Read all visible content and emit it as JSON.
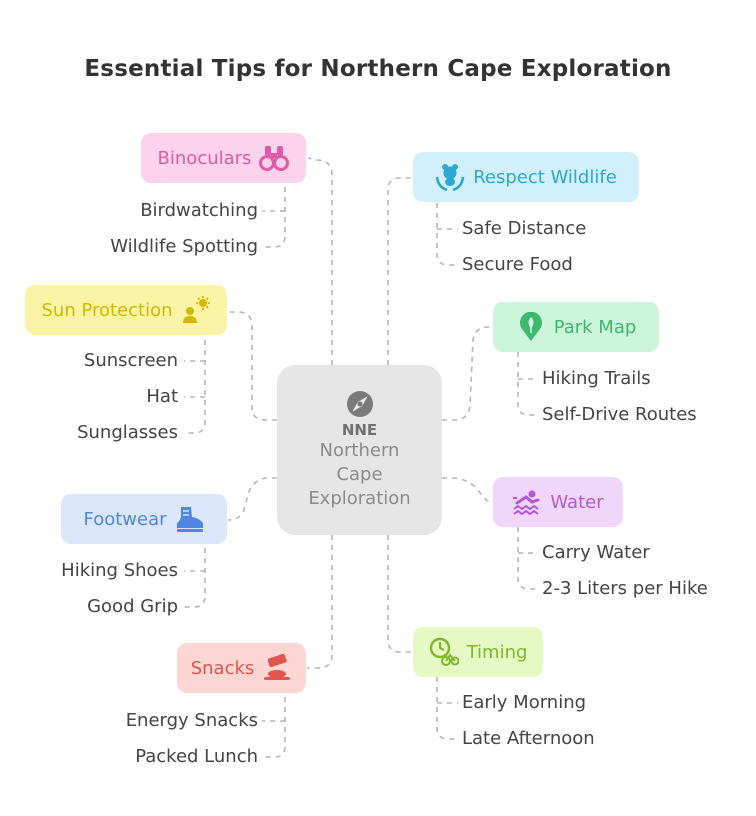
{
  "title": "Essential Tips for Northern Cape Exploration",
  "center": {
    "logo_text": "NNE",
    "lines": [
      "Northern",
      "Cape",
      "Exploration"
    ],
    "icon": "compass-icon"
  },
  "branches": {
    "binoculars": {
      "label": "Binoculars",
      "icon": "binoculars-icon",
      "color": "#e05aa8",
      "bg": "#fbd3ec",
      "items": [
        "Birdwatching",
        "Wildlife Spotting"
      ]
    },
    "sun": {
      "label": "Sun Protection",
      "icon": "sun-person-icon",
      "color": "#d4b800",
      "bg": "#fbf4a6",
      "items": [
        "Sunscreen",
        "Hat",
        "Sunglasses"
      ]
    },
    "footwear": {
      "label": "Footwear",
      "icon": "sneaker-icon",
      "color": "#4f86e0",
      "bg": "#dbe6fb",
      "items": [
        "Hiking Shoes",
        "Good Grip"
      ]
    },
    "snacks": {
      "label": "Snacks",
      "icon": "snack-icon",
      "color": "#e0554f",
      "bg": "#fbd6d3",
      "items": [
        "Energy Snacks",
        "Packed Lunch"
      ]
    },
    "wildlife": {
      "label": "Respect Wildlife",
      "icon": "teddy-hands-icon",
      "color": "#2aa9d6",
      "bg": "#d2f0fb",
      "items": [
        "Safe Distance",
        "Secure Food"
      ]
    },
    "park_map": {
      "label": "Park Map",
      "icon": "map-pin-tree-icon",
      "color": "#3cb871",
      "bg": "#cdf5dc",
      "items": [
        "Hiking Trails",
        "Self-Drive Routes"
      ]
    },
    "water": {
      "label": "Water",
      "icon": "swimmer-icon",
      "color": "#b458d8",
      "bg": "#f1d6fb",
      "items": [
        "Carry Water",
        "2-3 Liters per Hike"
      ]
    },
    "timing": {
      "label": "Timing",
      "icon": "clock-bike-icon",
      "color": "#7fb62a",
      "bg": "#e6f8c4",
      "items": [
        "Early Morning",
        "Late Afternoon"
      ]
    }
  }
}
